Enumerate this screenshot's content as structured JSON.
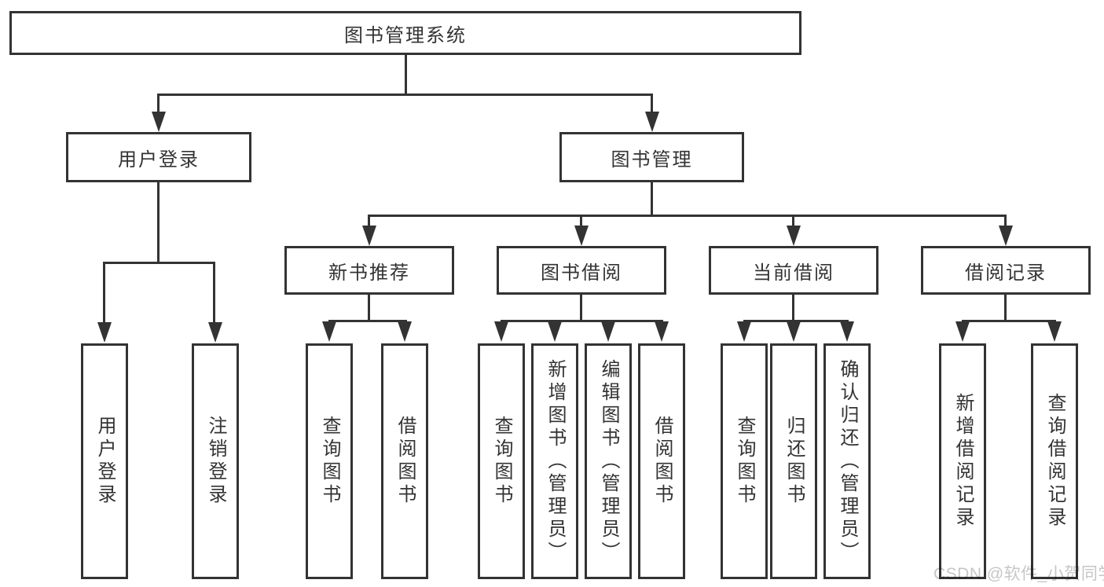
{
  "diagram": {
    "root": {
      "label": "图书管理系统"
    },
    "branches": [
      {
        "label": "用户登录",
        "children": [
          {
            "label": "用户登录"
          },
          {
            "label": "注销登录"
          }
        ]
      },
      {
        "label": "图书管理",
        "children": [
          {
            "label": "新书推荐",
            "children": [
              {
                "label": "查询图书"
              },
              {
                "label": "借阅图书"
              }
            ]
          },
          {
            "label": "图书借阅",
            "children": [
              {
                "label": "查询图书"
              },
              {
                "label": "新增图书（管理员）"
              },
              {
                "label": "编辑图书（管理员）"
              },
              {
                "label": "借阅图书"
              }
            ]
          },
          {
            "label": "当前借阅",
            "children": [
              {
                "label": "查询图书"
              },
              {
                "label": "归还图书"
              },
              {
                "label": "确认归还（管理员）"
              }
            ]
          },
          {
            "label": "借阅记录",
            "children": [
              {
                "label": "新增借阅记录"
              },
              {
                "label": "查询借阅记录"
              }
            ]
          }
        ]
      }
    ]
  },
  "watermark": {
    "text": "CSDN @软件_小贺同学"
  },
  "colors": {
    "line": "#333333",
    "text": "#333333",
    "box_fill": "#ffffff",
    "background": "#ffffff",
    "watermark": "#c6c6c6"
  }
}
